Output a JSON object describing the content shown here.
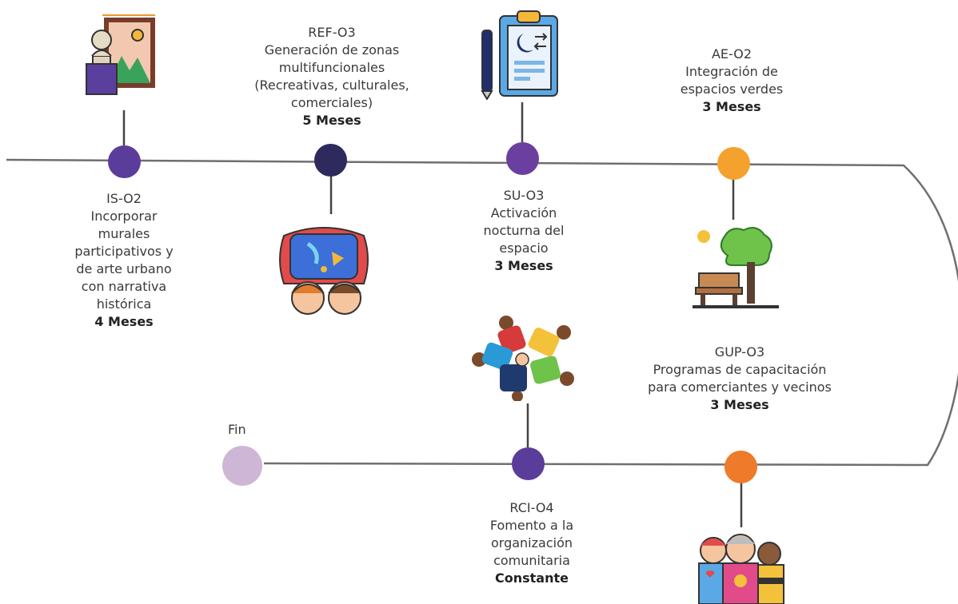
{
  "timeline": {
    "milestones": [
      {
        "code": "IS-O2",
        "title": "Incorporar murales participativos y de arte urbano con narrativa histórica",
        "duration": "4 Meses",
        "color": "#5a3d9a",
        "icon": "museum-art-icon"
      },
      {
        "code": "REF-O3",
        "title": "Generación de zonas multifuncionales (Recreativas, culturales, comerciales)",
        "duration": "5 Meses",
        "color": "#2e2a5e",
        "icon": "kids-painting-icon"
      },
      {
        "code": "SU-O3",
        "title": "Activación nocturna del espacio",
        "duration": "3 Meses",
        "color": "#6a3fa0",
        "icon": "night-schedule-clipboard-icon"
      },
      {
        "code": "AE-O2",
        "title": "Integración de espacios verdes",
        "duration": "3 Meses",
        "color": "#f4a12e",
        "icon": "park-tree-bench-icon"
      },
      {
        "code": "GUP-O3",
        "title": "Programas de capacitación para comerciantes y vecinos",
        "duration": "3 Meses",
        "color": "#ef7a2a",
        "icon": "community-people-icon"
      },
      {
        "code": "RCI-O4",
        "title": "Fomento a la organización comunitaria",
        "duration": "Constante",
        "color": "#5a3d9a",
        "icon": "teamwork-hands-icon"
      }
    ],
    "end": {
      "label": "Fin",
      "color": "#cdb6d6"
    }
  }
}
